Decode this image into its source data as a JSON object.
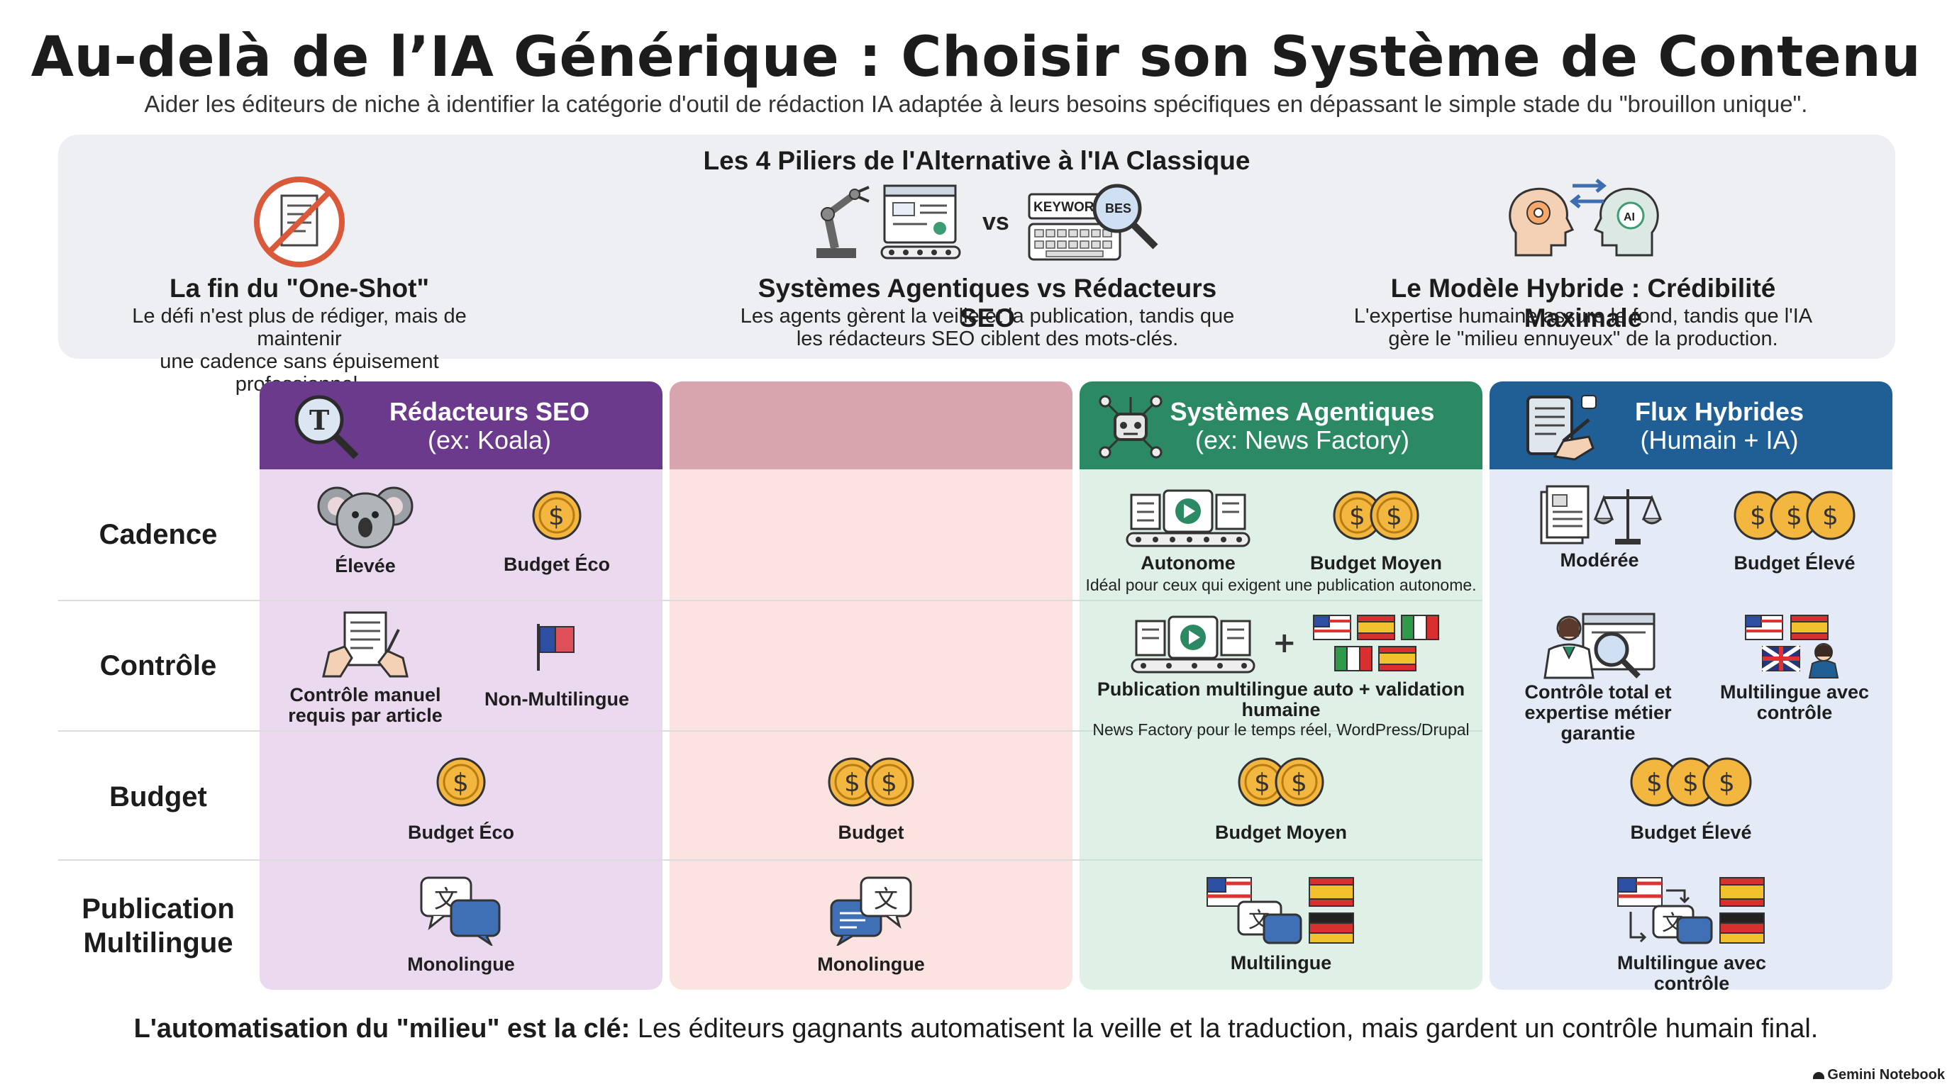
{
  "header": {
    "title": "Au-delà de l’IA Générique : Choisir son Système de Contenu",
    "subtitle": "Aider les éditeurs de niche à identifier la catégorie d'outil de rédaction IA adaptée à leurs besoins spécifiques en dépassant le simple stade du \"brouillon unique\"."
  },
  "pillars": {
    "title": "Les 4 Piliers de l'Alternative à l'IA Classique",
    "items": [
      {
        "title": "La fin du \"One-Shot\"",
        "desc1": "Le défi n'est plus de rédiger, mais de maintenir",
        "desc2": "une cadence sans épuisement professionnel.",
        "icon": "no-document-icon"
      },
      {
        "title": "Systèmes Agentiques vs Rédacteurs SEO",
        "desc1": "Les agents gèrent la veille et la publication, tandis que",
        "desc2": "les rédacteurs SEO ciblent des mots-clés.",
        "icon": "robot-vs-keyboard-icon",
        "vs": "vs",
        "kw1": "KEYWOR",
        "kw2": "BES"
      },
      {
        "title": "Le Modèle Hybride : Crédibilité Maximale",
        "desc1": "L'expertise humaine assure le fond, tandis que l'IA",
        "desc2": "gère le \"milieu ennuyeux\" de la production.",
        "icon": "human-ai-exchange-icon",
        "ai": "AI"
      }
    ]
  },
  "rows": [
    "Cadence",
    "Contrôle",
    "Budget",
    "Publication Multilingue"
  ],
  "columns": [
    {
      "name": "Rédacteurs SEO",
      "sub": "(ex: Koala)",
      "color": "#6b3a8c"
    },
    {
      "name": "",
      "sub": "",
      "color": "#d8a4ae"
    },
    {
      "name": "Systèmes Agentiques",
      "sub": "(ex: News Factory)",
      "color": "#2b8a63"
    },
    {
      "name": "Flux Hybrides",
      "sub": "(Humain + IA)",
      "color": "#1f5f96"
    }
  ],
  "cells": {
    "seo": {
      "cadence": [
        "Élevée",
        "Budget Éco"
      ],
      "controle": [
        "Contrôle manuel",
        "requis par article",
        "Non-Multilingue"
      ],
      "budget": "Budget Éco",
      "multi": "Monolingue"
    },
    "pink": {
      "budget": "Budget",
      "multi": "Monolingue"
    },
    "agent": {
      "cadence": [
        "Autonome",
        "Budget Moyen"
      ],
      "cadence_note": "Idéal pour ceux qui exigent une publication autonome.",
      "controle": "Publication multilingue auto + validation humaine",
      "controle_note": "News Factory pour le temps réel, WordPress/Drupal",
      "budget": "Budget Moyen",
      "multi": "Multilingue"
    },
    "hybrid": {
      "cadence": [
        "Modérée",
        "Budget Élevé"
      ],
      "controle": [
        "Contrôle total et",
        "expertise métier garantie",
        "Multilingue avec",
        "contrôle"
      ],
      "budget": "Budget Élevé",
      "multi": "Multilingue avec contrôle"
    }
  },
  "footer": {
    "bold": "L'automatisation du \"milieu\" est la clé:",
    "text": " Les éditeurs gagnants automatisent la veille et la traduction, mais gardent un contrôle humain final."
  },
  "brand": "Gemini Notebook",
  "glyphs": {
    "dollar": "$",
    "letter_t": "T",
    "wen": "文",
    "plus": "+"
  },
  "colors": {
    "seo_body": "#ead9ef",
    "pink_body": "#fbe3e1",
    "agent_body": "#dff1e6",
    "hybrid_body": "#e4ebf6",
    "coin": "#f3b63f"
  }
}
